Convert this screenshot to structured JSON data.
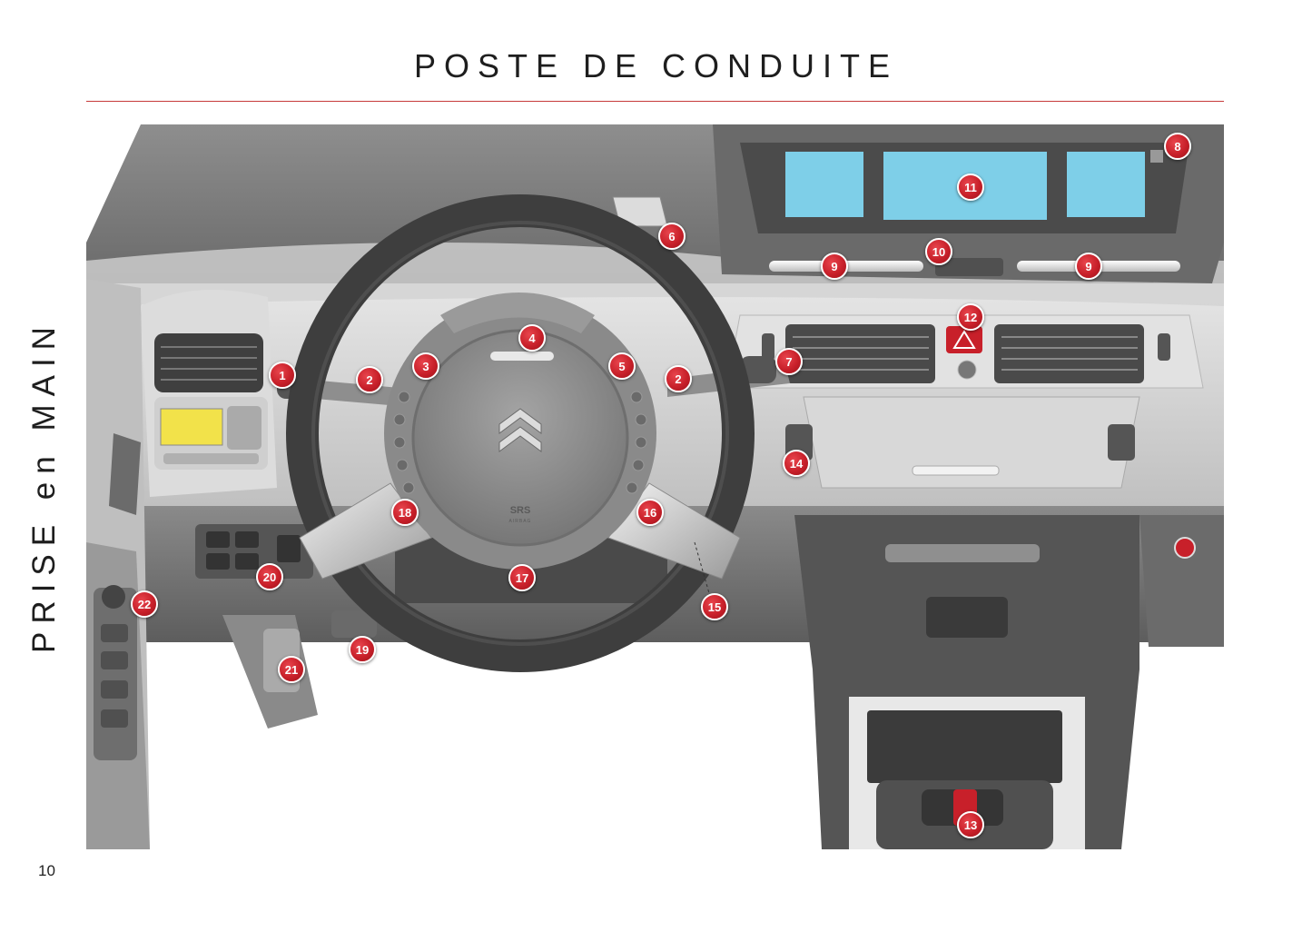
{
  "page": {
    "title": "POSTE DE CONDUITE",
    "side_label": "PRISE en MAIN",
    "number": "10"
  },
  "figure": {
    "badges": {
      "steering": "SRS",
      "airbag": "AIRBAG"
    },
    "callouts": [
      "1",
      "2",
      "2",
      "3",
      "4",
      "5",
      "6",
      "7",
      "8",
      "9",
      "9",
      "10",
      "11",
      "12",
      "13",
      "14",
      "15",
      "16",
      "17",
      "18",
      "19",
      "20",
      "21",
      "22"
    ]
  },
  "colors": {
    "accent": "#c8202a",
    "rule": "#c63a3a",
    "screen": "#7ecfe8",
    "lcd": "#f2e24a"
  }
}
